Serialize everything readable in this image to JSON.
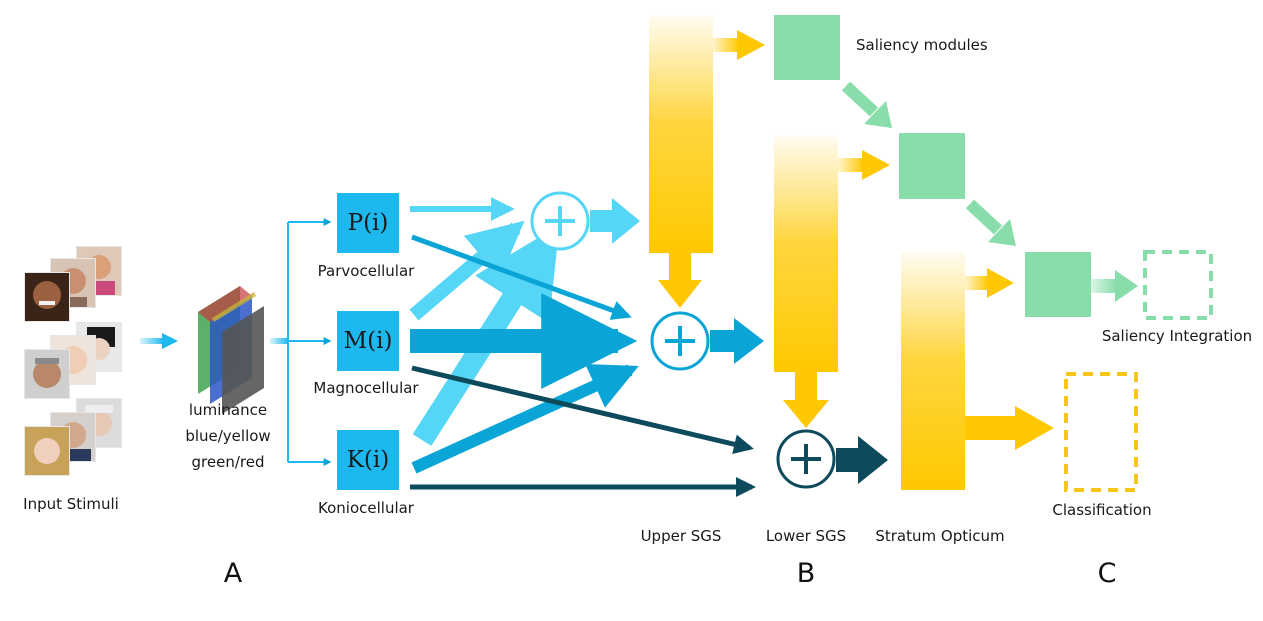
{
  "stimuli": {
    "label": "Input Stimuli"
  },
  "channels": [
    "luminance",
    "blue/yellow",
    "green/red"
  ],
  "pathways": {
    "p": {
      "symbol": "P(i)",
      "label": "Parvocellular"
    },
    "m": {
      "symbol": "M(i)",
      "label": "Magnocellular"
    },
    "k": {
      "symbol": "K(i)",
      "label": "Koniocellular"
    }
  },
  "layers": {
    "upper_sgs": "Upper SGS",
    "lower_sgs": "Lower SGS",
    "stratum_opticum": "Stratum Opticum"
  },
  "outputs": {
    "saliency_modules": "Saliency modules",
    "saliency_integration": "Saliency Integration",
    "classification": "Classification"
  },
  "sections": [
    "A",
    "B",
    "C"
  ],
  "colors": {
    "light_blue": "#55d6f7",
    "mid_blue": "#0aa5d6",
    "dark_teal": "#0d4a5c",
    "node_blue": "#1cb8ee",
    "yellow": "#ffc800",
    "green": "#88ddaa",
    "dashed_yellow": "#f5c518"
  }
}
